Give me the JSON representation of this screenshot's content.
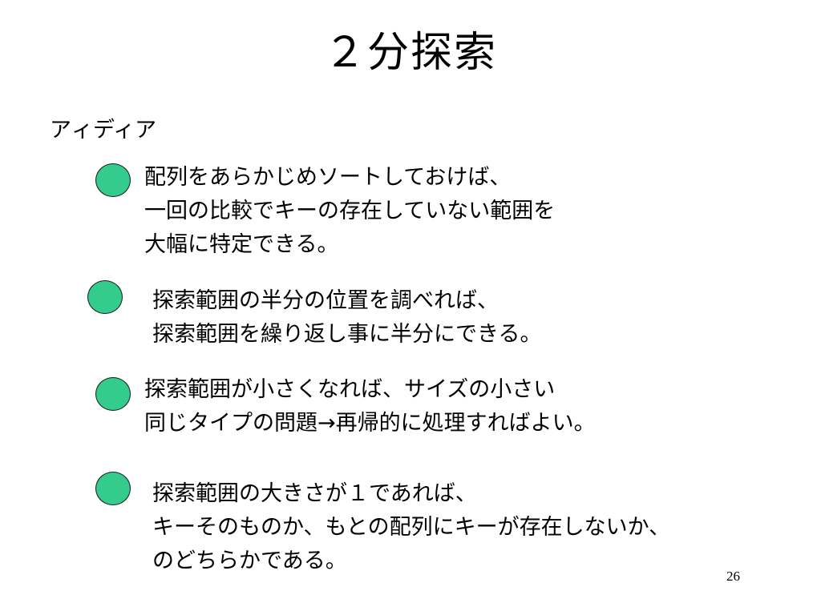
{
  "slide": {
    "title": "２分探索",
    "subtitle": "アィディア",
    "bullets": [
      {
        "lines": [
          "配列をあらかじめソートしておけば、",
          "一回の比較でキーの存在していない範囲を",
          "大幅に特定できる。"
        ]
      },
      {
        "lines": [
          "探索範囲の半分の位置を調べれば、",
          "探索範囲を繰り返し事に半分にできる。"
        ]
      },
      {
        "lines": [
          "探索範囲が小さくなれば、サイズの小さい",
          "同じタイプの問題→再帰的に処理すればよい。"
        ]
      },
      {
        "lines": [
          "探索範囲の大きさが１であれば、",
          "キーそのものか、もとの配列にキーが存在しないか、",
          "のどちらかである。"
        ]
      }
    ],
    "page_number": "26",
    "colors": {
      "bullet_fill": "#33cc8c",
      "bullet_stroke": "#1a1a1a",
      "text": "#000000",
      "background": "#ffffff"
    }
  }
}
